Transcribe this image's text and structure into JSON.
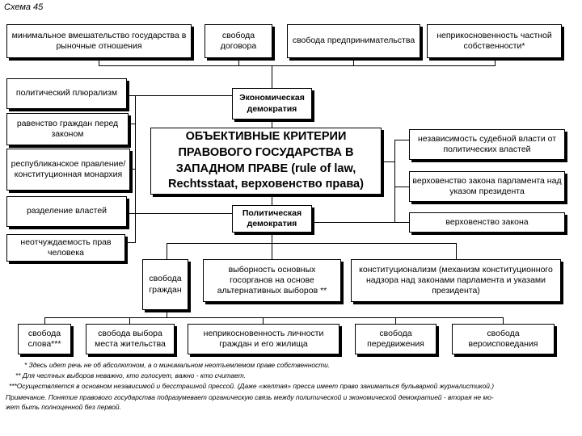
{
  "caption": "Схема 45",
  "boxes": {
    "min_intervention": "минимальное вмешательство государства в рыночные отношения",
    "freedom_contract": "свобода договора",
    "freedom_entrepreneurship": "свобода предпринимательства",
    "private_property": "неприкосновенность частной собственности*",
    "political_pluralism": "политический плюрализм",
    "economic_democracy": "Экономическая демократия",
    "equality_before_law": "равенство граждан перед законом",
    "republican_form": "республиканское правление/конституционная монархия",
    "center_title": "ОБЪЕКТИВНЫЕ КРИТЕРИИ ПРАВОВОГО ГОСУДАРСТВА В ЗАПАДНОМ ПРАВЕ (rule of law, Rechtsstaat, верховенство права)",
    "judicial_independence": "независимость судебной власти от политических властей",
    "parliament_supremacy": "верховенство закона парламента над указом президента",
    "separation_powers": "разделение властей",
    "political_democracy": "Политическая демократия",
    "rule_of_law": "верховенство закона",
    "inalienable_rights": "неотчуждаемость прав человека",
    "freedom_citizens": "свобода граждан",
    "electivity": "выборность основных госорганов на основе альтернативных выборов **",
    "constitutionalism": "конституционализм (механизм конституционного надзора над законами парламента и указами президента)",
    "freedom_speech": "свобода слова***",
    "freedom_residence": "свобода выбора места жительства",
    "inviolability": "неприкосновенность личности граждан и его жилища",
    "freedom_movement": "свобода передвижения",
    "freedom_religion": "свобода вероисповедания"
  },
  "footnotes": {
    "f1": "* Здесь идет речь не об абсолютном, а о минимальном неотъемлемом праве собственности.",
    "f2": "** Для честных выборов неважно, кто голосует, важно - кто считает.",
    "f3": "***Осуществляется в основном независимой и бесстрашной прессой. (Даже «желтая» пресса имеет право заниматься бульварной журналистикой.)",
    "remark_label": "Примечание.",
    "remark_line1": " Понятие правового государства подразумевает органическую связь между политической и экономической демократией - вторая не мо-",
    "remark_line2": "жет быть полноценной без первой."
  }
}
